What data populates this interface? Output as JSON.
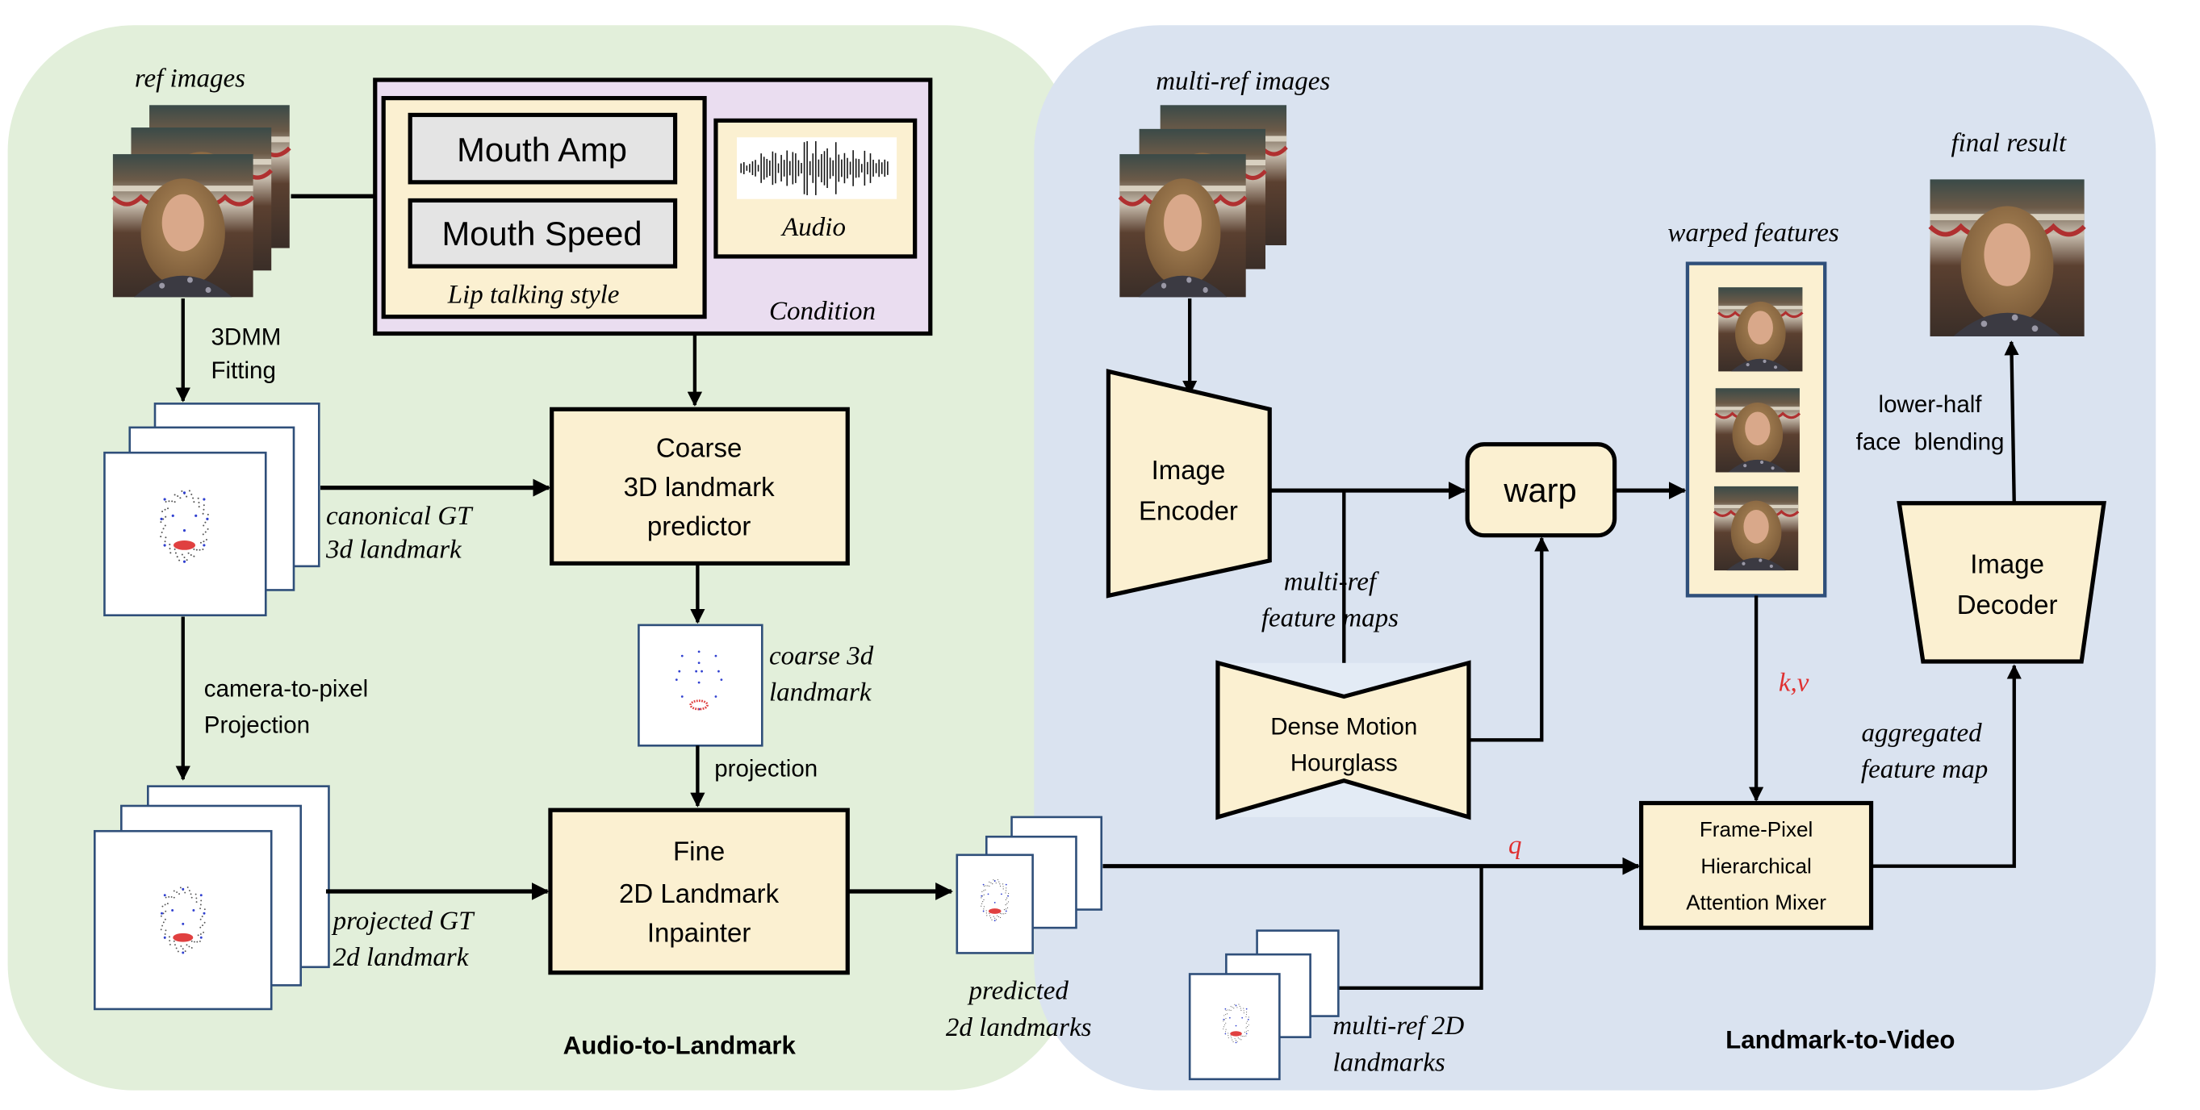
{
  "colors": {
    "green_panel": "#E2EFDA",
    "blue_panel": "#DAE3F0",
    "condition_bg": "#EADDF0",
    "module_fill": "#FBF0D1",
    "gray_box": "#E4E4E4",
    "frame_border": "#2F4F7A",
    "red_label": "#E03030",
    "black": "#000000"
  },
  "audio_to_landmark": {
    "title": "Audio-to-Landmark",
    "ref_images_label": "ref images",
    "condition": {
      "label": "Condition",
      "lip_style": {
        "label": "Lip talking style",
        "mouth_amp": "Mouth Amp",
        "mouth_speed": "Mouth Speed"
      },
      "audio_label": "Audio"
    },
    "fitting_label": [
      "3DMM",
      "Fitting"
    ],
    "canonical_label": [
      "canonical GT",
      "3d landmark"
    ],
    "coarse_predictor": [
      "Coarse",
      "3D landmark",
      "predictor"
    ],
    "coarse_output_label": [
      "coarse 3d",
      "landmark"
    ],
    "projection_label": "projection",
    "cam_projection_label": [
      "camera-to-pixel",
      "Projection"
    ],
    "projected_label": [
      "projected GT",
      "2d landmark"
    ],
    "fine_inpainter": [
      "Fine",
      "2D Landmark",
      "Inpainter"
    ],
    "predicted_label": [
      "predicted",
      "2d landmarks"
    ]
  },
  "landmark_to_video": {
    "title": "Landmark-to-Video",
    "multi_ref_images_label": "multi-ref images",
    "image_encoder": [
      "Image",
      "Encoder"
    ],
    "warp": "warp",
    "feature_maps_label": [
      "multi-ref",
      "feature maps"
    ],
    "dense_motion": [
      "Dense Motion",
      "Hourglass"
    ],
    "warped_features_label": "warped features",
    "kv_label": "k,v",
    "q_label": "q",
    "mixer": [
      "Frame-Pixel",
      "Hierarchical",
      "Attention Mixer"
    ],
    "multi_ref_landmarks_label": [
      "multi-ref 2D",
      "landmarks"
    ],
    "aggregated_label": [
      "aggregated",
      "feature map"
    ],
    "image_decoder": [
      "Image",
      "Decoder"
    ],
    "blending_label": [
      "lower-half",
      "face  blending"
    ],
    "final_result_label": "final result"
  }
}
